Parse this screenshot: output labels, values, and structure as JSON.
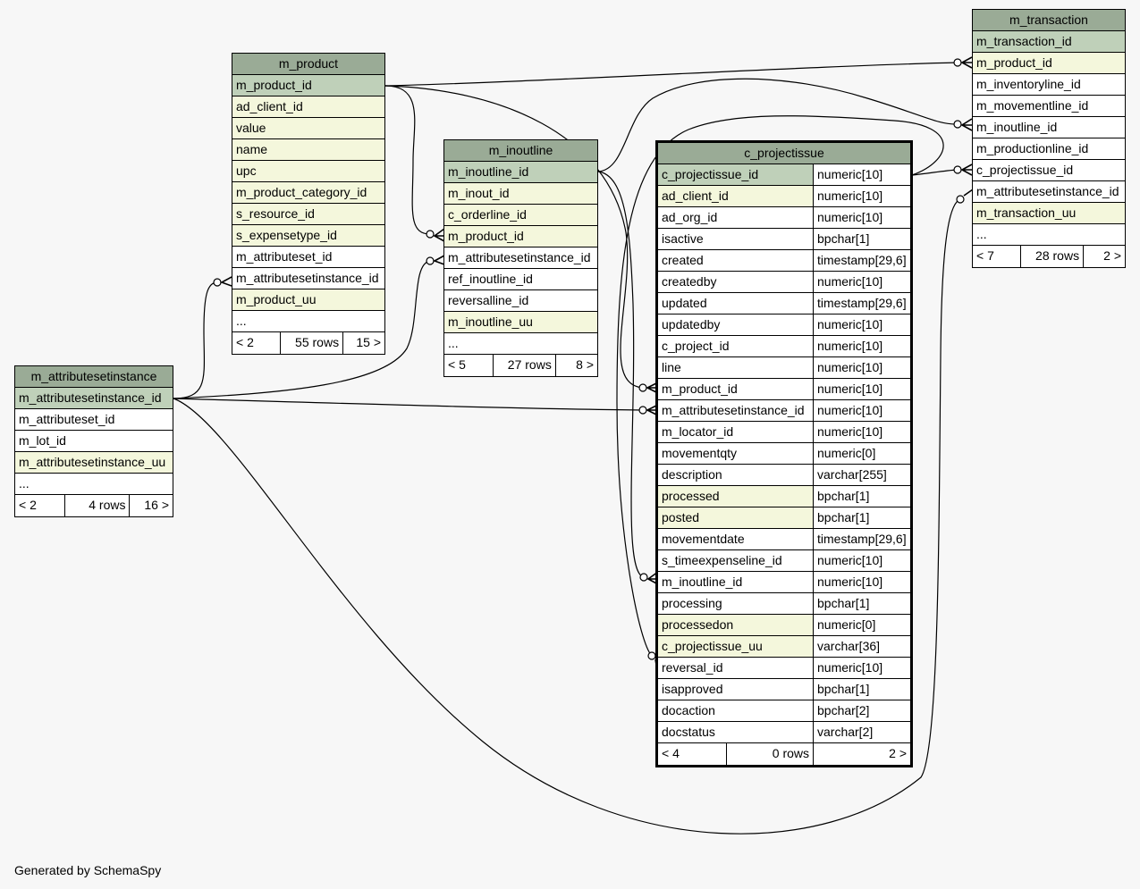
{
  "footer": "Generated by SchemaSpy",
  "colors": {
    "header": "#9aab96",
    "primary_key": "#bfd0b9",
    "indexed": "#f4f7dc",
    "plain": "#ffffff",
    "background": "#f7f7f7"
  },
  "tables": {
    "m_product": {
      "name": "m_product",
      "columns": [
        {
          "name": "m_product_id",
          "kind": "pk"
        },
        {
          "name": "ad_client_id",
          "kind": "idx"
        },
        {
          "name": "value",
          "kind": "idx"
        },
        {
          "name": "name",
          "kind": "idx"
        },
        {
          "name": "upc",
          "kind": "idx"
        },
        {
          "name": "m_product_category_id",
          "kind": "idx"
        },
        {
          "name": "s_resource_id",
          "kind": "idx"
        },
        {
          "name": "s_expensetype_id",
          "kind": "idx"
        },
        {
          "name": "m_attributeset_id",
          "kind": "plain"
        },
        {
          "name": "m_attributesetinstance_id",
          "kind": "plain"
        },
        {
          "name": "m_product_uu",
          "kind": "idx"
        },
        {
          "name": "...",
          "kind": "plain"
        }
      ],
      "footer": {
        "parents": "< 2",
        "rows": "55 rows",
        "children": "15 >"
      }
    },
    "m_inoutline": {
      "name": "m_inoutline",
      "columns": [
        {
          "name": "m_inoutline_id",
          "kind": "pk"
        },
        {
          "name": "m_inout_id",
          "kind": "idx"
        },
        {
          "name": "c_orderline_id",
          "kind": "idx"
        },
        {
          "name": "m_product_id",
          "kind": "idx"
        },
        {
          "name": "m_attributesetinstance_id",
          "kind": "plain"
        },
        {
          "name": "ref_inoutline_id",
          "kind": "plain"
        },
        {
          "name": "reversalline_id",
          "kind": "plain"
        },
        {
          "name": "m_inoutline_uu",
          "kind": "idx"
        },
        {
          "name": "...",
          "kind": "plain"
        }
      ],
      "footer": {
        "parents": "< 5",
        "rows": "27 rows",
        "children": "8 >"
      }
    },
    "m_attributesetinstance": {
      "name": "m_attributesetinstance",
      "columns": [
        {
          "name": "m_attributesetinstance_id",
          "kind": "pk"
        },
        {
          "name": "m_attributeset_id",
          "kind": "plain"
        },
        {
          "name": "m_lot_id",
          "kind": "plain"
        },
        {
          "name": "m_attributesetinstance_uu",
          "kind": "idx"
        },
        {
          "name": "...",
          "kind": "plain"
        }
      ],
      "footer": {
        "parents": "< 2",
        "rows": "4 rows",
        "children": "16 >"
      }
    },
    "m_transaction": {
      "name": "m_transaction",
      "columns": [
        {
          "name": "m_transaction_id",
          "kind": "pk"
        },
        {
          "name": "m_product_id",
          "kind": "idx"
        },
        {
          "name": "m_inventoryline_id",
          "kind": "plain"
        },
        {
          "name": "m_movementline_id",
          "kind": "plain"
        },
        {
          "name": "m_inoutline_id",
          "kind": "plain"
        },
        {
          "name": "m_productionline_id",
          "kind": "plain"
        },
        {
          "name": "c_projectissue_id",
          "kind": "plain"
        },
        {
          "name": "m_attributesetinstance_id",
          "kind": "plain"
        },
        {
          "name": "m_transaction_uu",
          "kind": "idx"
        },
        {
          "name": "...",
          "kind": "plain"
        }
      ],
      "footer": {
        "parents": "< 7",
        "rows": "28 rows",
        "children": "2 >"
      }
    },
    "c_projectissue": {
      "name": "c_projectissue",
      "columns": [
        {
          "name": "c_projectissue_id",
          "type": "numeric[10]",
          "kind": "pk"
        },
        {
          "name": "ad_client_id",
          "type": "numeric[10]",
          "kind": "idx"
        },
        {
          "name": "ad_org_id",
          "type": "numeric[10]",
          "kind": "plain"
        },
        {
          "name": "isactive",
          "type": "bpchar[1]",
          "kind": "plain"
        },
        {
          "name": "created",
          "type": "timestamp[29,6]",
          "kind": "plain"
        },
        {
          "name": "createdby",
          "type": "numeric[10]",
          "kind": "plain"
        },
        {
          "name": "updated",
          "type": "timestamp[29,6]",
          "kind": "plain"
        },
        {
          "name": "updatedby",
          "type": "numeric[10]",
          "kind": "plain"
        },
        {
          "name": "c_project_id",
          "type": "numeric[10]",
          "kind": "plain"
        },
        {
          "name": "line",
          "type": "numeric[10]",
          "kind": "plain"
        },
        {
          "name": "m_product_id",
          "type": "numeric[10]",
          "kind": "plain"
        },
        {
          "name": "m_attributesetinstance_id",
          "type": "numeric[10]",
          "kind": "plain"
        },
        {
          "name": "m_locator_id",
          "type": "numeric[10]",
          "kind": "plain"
        },
        {
          "name": "movementqty",
          "type": "numeric[0]",
          "kind": "plain"
        },
        {
          "name": "description",
          "type": "varchar[255]",
          "kind": "plain"
        },
        {
          "name": "processed",
          "type": "bpchar[1]",
          "kind": "idx"
        },
        {
          "name": "posted",
          "type": "bpchar[1]",
          "kind": "idx"
        },
        {
          "name": "movementdate",
          "type": "timestamp[29,6]",
          "kind": "plain"
        },
        {
          "name": "s_timeexpenseline_id",
          "type": "numeric[10]",
          "kind": "plain"
        },
        {
          "name": "m_inoutline_id",
          "type": "numeric[10]",
          "kind": "plain"
        },
        {
          "name": "processing",
          "type": "bpchar[1]",
          "kind": "plain"
        },
        {
          "name": "processedon",
          "type": "numeric[0]",
          "kind": "idx"
        },
        {
          "name": "c_projectissue_uu",
          "type": "varchar[36]",
          "kind": "idx"
        },
        {
          "name": "reversal_id",
          "type": "numeric[10]",
          "kind": "plain"
        },
        {
          "name": "isapproved",
          "type": "bpchar[1]",
          "kind": "plain"
        },
        {
          "name": "docaction",
          "type": "bpchar[2]",
          "kind": "plain"
        },
        {
          "name": "docstatus",
          "type": "varchar[2]",
          "kind": "plain"
        }
      ],
      "footer": {
        "parents": "< 4",
        "rows": "0 rows",
        "children": "2 >"
      }
    }
  },
  "relationships": [
    {
      "from": "m_product.m_product_id",
      "to": "m_transaction.m_product_id"
    },
    {
      "from": "m_product.m_product_id",
      "to": "m_inoutline.m_product_id"
    },
    {
      "from": "m_product.m_product_id",
      "to": "c_projectissue.m_product_id"
    },
    {
      "from": "m_inoutline.m_inoutline_id",
      "to": "m_transaction.m_inoutline_id"
    },
    {
      "from": "m_inoutline.m_inoutline_id",
      "to": "c_projectissue.m_inoutline_id"
    },
    {
      "from": "c_projectissue.c_projectissue_id",
      "to": "m_transaction.c_projectissue_id"
    },
    {
      "from": "c_projectissue.c_projectissue_id",
      "to": "c_projectissue.reversal_id"
    },
    {
      "from": "m_attributesetinstance.m_attributesetinstance_id",
      "to": "m_product.m_attributesetinstance_id"
    },
    {
      "from": "m_attributesetinstance.m_attributesetinstance_id",
      "to": "m_inoutline.m_attributesetinstance_id"
    },
    {
      "from": "m_attributesetinstance.m_attributesetinstance_id",
      "to": "c_projectissue.m_attributesetinstance_id"
    },
    {
      "from": "m_attributesetinstance.m_attributesetinstance_id",
      "to": "m_transaction.m_attributesetinstance_id"
    }
  ]
}
